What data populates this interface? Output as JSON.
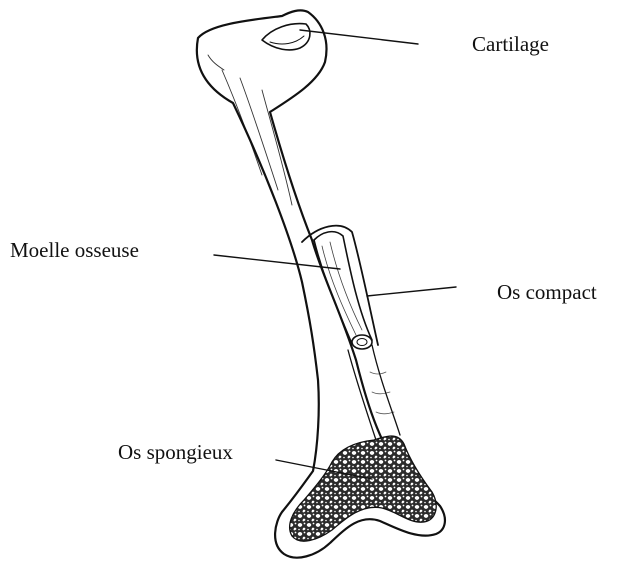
{
  "labels": {
    "cartilage": "Cartilage",
    "moelle": "Moelle osseuse",
    "compact": "Os compact",
    "spongieux": "Os spongieux"
  },
  "colors": {
    "ink": "#111111",
    "background": "#ffffff"
  }
}
